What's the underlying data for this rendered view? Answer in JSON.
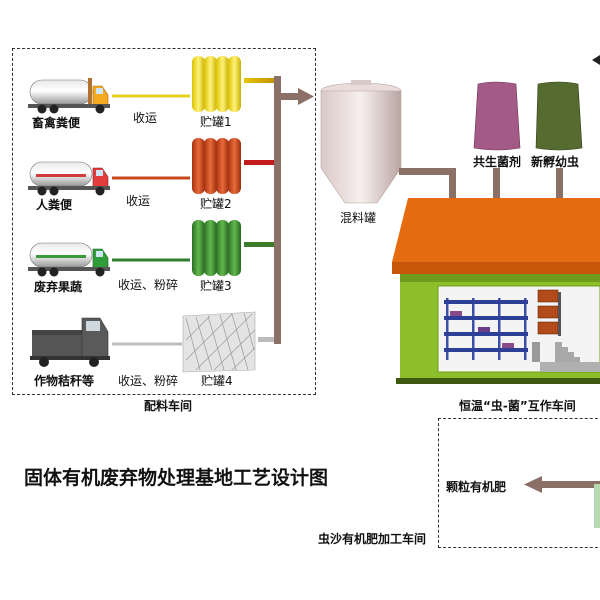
{
  "title": "固体有机废弃物处理基地工艺设计图",
  "sources": [
    {
      "name": "畜禽粪便",
      "process": "收运",
      "tank": "贮罐1"
    },
    {
      "name": "人粪便",
      "process": "收运",
      "tank": "贮罐2"
    },
    {
      "name": "废弃果蔬",
      "process": "收运、粉碎",
      "tank": "贮罐3"
    },
    {
      "name": "作物秸秆等",
      "process": "收运、粉碎",
      "tank": "贮罐4"
    }
  ],
  "mixing_tank": "混料罐",
  "additives": [
    "共生菌剂",
    "新孵幼虫"
  ],
  "areas": {
    "batching": "配料车间",
    "interaction": "恒温“虫-菌”互作车间",
    "processing": "虫沙有机肥加工车间"
  },
  "product": "颗粒有机肥",
  "colors": {
    "pipe": "#8b7068",
    "tank1": "#e8d21c",
    "tank2": "#c8481e",
    "tank3": "#3f8f35",
    "tank4": "#c8c8c8",
    "roof": "#e46b10",
    "wall": "#8dbf2a",
    "bag1": "#a45a86",
    "bag2": "#556b2f"
  }
}
